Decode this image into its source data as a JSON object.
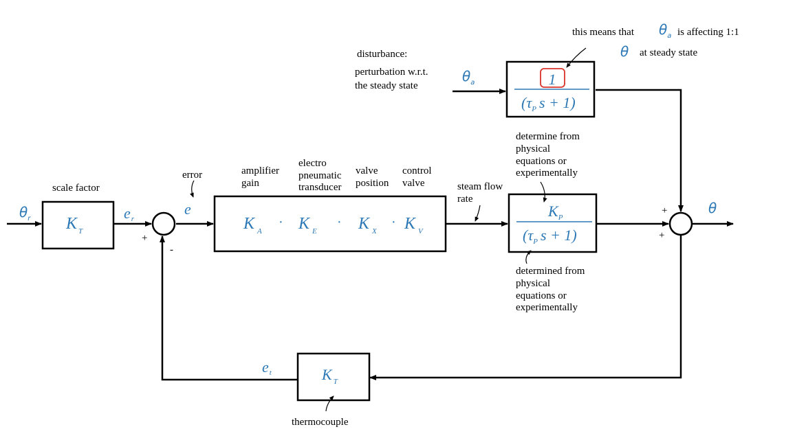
{
  "annotations": {
    "note_line1_pre": "this means that",
    "note_line1_post": "is affecting 1:1",
    "note_line2_post": "at steady state",
    "disturbance_title": "disturbance:",
    "disturbance_line1": "perturbation w.r.t.",
    "disturbance_line2": "the steady state",
    "scale_factor": "scale factor",
    "error": "error",
    "amplifier_gain_1": "amplifier",
    "amplifier_gain_2": "gain",
    "transducer_1": "electro",
    "transducer_2": "pneumatic",
    "transducer_3": "transducer",
    "valve_position_1": "valve",
    "valve_position_2": "position",
    "control_valve_1": "control",
    "control_valve_2": "valve",
    "steam_flow_1": "steam flow",
    "steam_flow_2": "rate",
    "determine_1": "determine from",
    "determine_2": "physical",
    "determine_3": "equations or",
    "determine_4": "experimentally",
    "determined_1": "determined from",
    "determined_2": "physical",
    "determined_3": "equations or",
    "determined_4": "experimentally",
    "thermocouple": "thermocouple"
  },
  "signals": {
    "theta": "θ",
    "sub_r": "r",
    "sub_a": "a",
    "e": "e",
    "sub_t": "t"
  },
  "blocks": {
    "scale_K": "K",
    "scale_K_sub": "T",
    "gain_KA": "K",
    "gain_KA_sub": "A",
    "gain_KE": "K",
    "gain_KE_sub": "E",
    "gain_KX": "K",
    "gain_KX_sub": "X",
    "gain_KV": "K",
    "gain_KV_sub": "V",
    "dot": "·",
    "dist_num": "1",
    "tau": "τ",
    "sub_P": "P",
    "den_s": "s + 1)",
    "den_open": "(",
    "proc_K": "K",
    "feedback_K": "K",
    "feedback_K_sub": "T"
  },
  "signs": {
    "plus": "+",
    "minus": "-"
  },
  "colors": {
    "math": "#2d79b6",
    "highlight": "#d9342b",
    "line": "#000000"
  }
}
